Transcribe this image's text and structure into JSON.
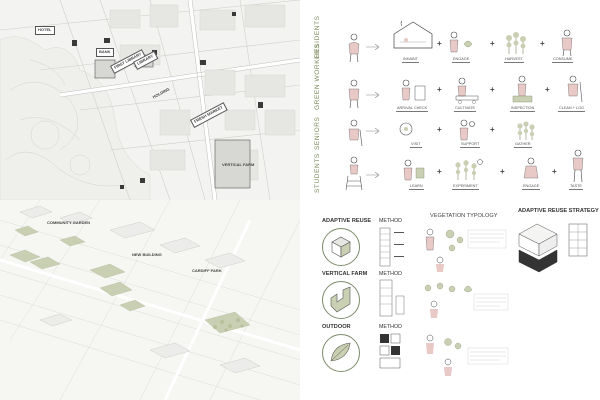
{
  "map_labels": {
    "label_a": "HOTEL",
    "label_b": "BANK",
    "label_c": "FIRST LIBRARY",
    "label_d": "LIBRARY",
    "label_e": "HOLDING",
    "label_f": "FRESH MARKET",
    "label_g": "VERTICAL FARM",
    "label_h": "COMMUNITY GARDEN",
    "label_i": "NEW BUILDING",
    "label_j": "CARDIFF PARK"
  },
  "roles": {
    "residents": {
      "label": "RESIDENTS",
      "steps": [
        "INHABIT",
        "ENGAGE",
        "HARVEST",
        "CONSUME"
      ]
    },
    "green_workers": {
      "label": "GREEN WORKERS",
      "steps": [
        "ARRIVAL CHECK",
        "CULTIVATE",
        "INSPECTION",
        "CLEAN + LOG"
      ]
    },
    "seniors": {
      "label": "SENIORS",
      "steps": [
        "VISIT",
        "SUPPORT",
        "GATHER"
      ]
    },
    "students": {
      "label": "STUDENTS",
      "steps": [
        "LEARN",
        "EXPERIMENT",
        "ENGAGE",
        "TASTE"
      ]
    }
  },
  "plus_sign": "+",
  "strategies": {
    "adaptive_reuse": "ADAPTIVE REUSE",
    "vertical_farm": "VERTICAL FARM",
    "outdoor": "OUTDOOR",
    "method_label": "METHOD"
  },
  "sections": {
    "vegetation_typology": "VEGETATION TYPOLOGY",
    "adaptive_reuse_strategy": "ADAPTIVE REUSE STRATEGY"
  },
  "colors": {
    "accent_green": "#7d8b6a",
    "role_text": "#7a8a5a",
    "pink_figure": "#e8c9c6",
    "map_block": "#3a3a3a",
    "vegetation": "#c9cfb2"
  }
}
